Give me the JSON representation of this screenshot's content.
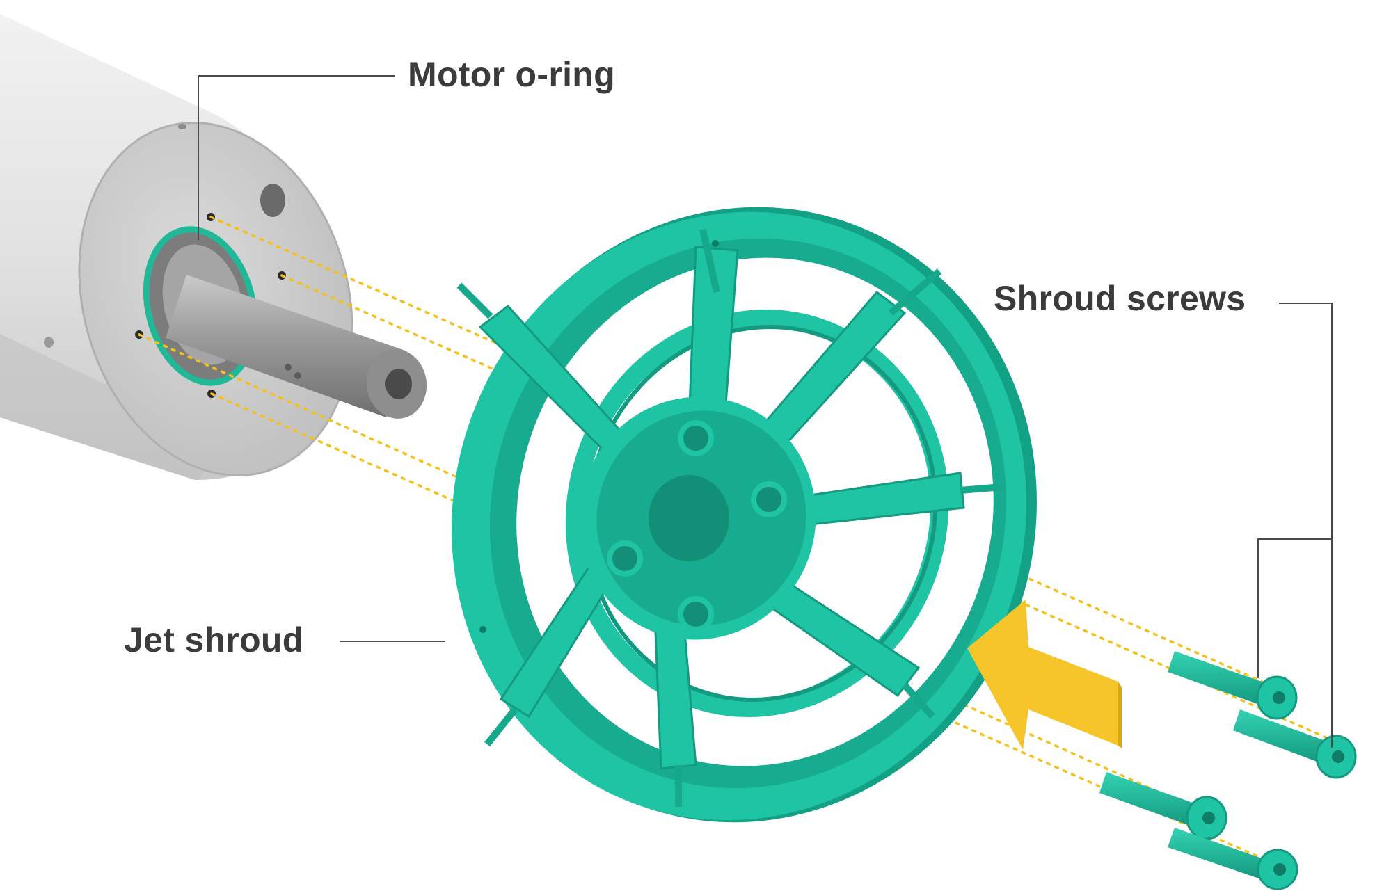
{
  "labels": {
    "motor_oring": "Motor o-ring",
    "shroud_screws": "Shroud screws",
    "jet_shroud": "Jet shroud"
  },
  "colors": {
    "label_text": "#3b3b3b",
    "leader_line": "#4a4a4a",
    "shroud": "#1fc4a4",
    "shroud_dark": "#139a80",
    "guide_dots": "#f3c21a",
    "arrow": "#f6c52a",
    "motor_body": "#d9d9d9",
    "oring": "#20b896"
  },
  "icons": {
    "motor": "motor-icon",
    "shroud": "jet-shroud-icon",
    "screw": "shroud-screw-icon",
    "arrow": "assembly-direction-arrow-icon"
  }
}
